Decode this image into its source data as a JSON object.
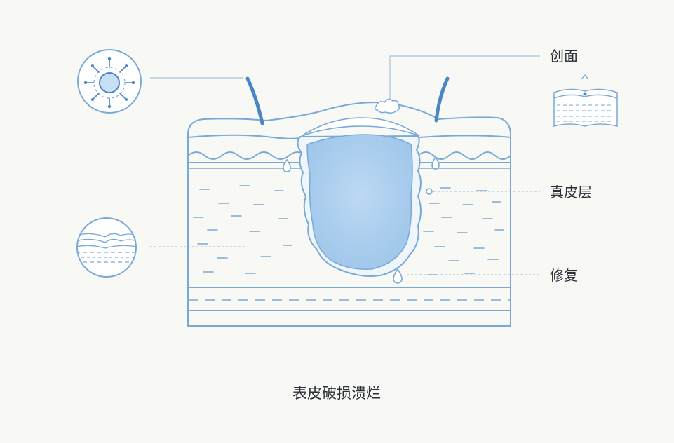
{
  "labels": {
    "wound_surface": "创面",
    "dermis": "真皮层",
    "repair": "修复"
  },
  "caption": "表皮破损溃烂",
  "colors": {
    "background": "#f8f9f5",
    "outline": "#7aa9d6",
    "accent_dark": "#4a86c5",
    "wound_fill": "#a9cdee",
    "leader_line": "#a8c3dd",
    "text": "#2b2f36"
  }
}
